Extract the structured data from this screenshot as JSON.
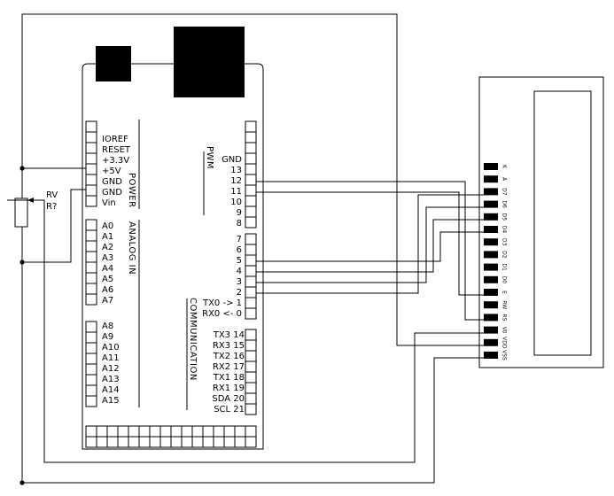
{
  "board": {
    "power_title": "POWER",
    "analog_title": "ANALOG IN",
    "pwm_title": "PWM",
    "comm_title": "COMMUNICATION",
    "power_pins": [
      "IOREF",
      "RESET",
      "+3.3V",
      "+5V",
      "GND",
      "GND",
      "Vin"
    ],
    "analog_pins_a": [
      "A0",
      "A1",
      "A2",
      "A3",
      "A4",
      "A5",
      "A6",
      "A7"
    ],
    "analog_pins_b": [
      "A8",
      "A9",
      "A10",
      "A11",
      "A12",
      "A13",
      "A14",
      "A15"
    ],
    "pwm_pins": [
      "GND",
      "13",
      "12",
      "11",
      "10",
      "9",
      "8"
    ],
    "digital_pins": [
      "7",
      "6",
      "5",
      "4",
      "3",
      "2",
      "TX0 -> 1",
      "RX0 <- 0"
    ],
    "comm_pins": [
      "TX3 14",
      "RX3 15",
      "TX2 16",
      "RX2 17",
      "TX1 18",
      "RX1 19",
      "SDA 20",
      "SCL 21"
    ]
  },
  "pot": {
    "ref": "RV",
    "value": "R?"
  },
  "lcd": {
    "pins": [
      "K",
      "A",
      "D7",
      "D6",
      "D5",
      "D4",
      "D3",
      "D2",
      "D1",
      "D0",
      "E",
      "RW",
      "RS",
      "V0",
      "VDD",
      "VSS"
    ]
  }
}
